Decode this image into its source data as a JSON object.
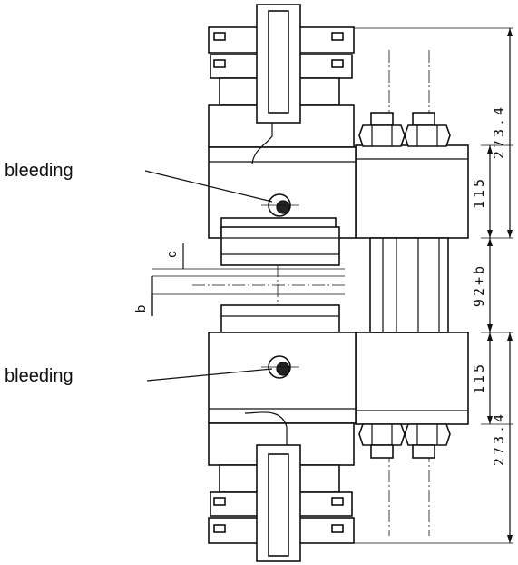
{
  "labels": {
    "bleeding_top": "bleeding",
    "bleeding_bottom": "bleeding",
    "c": "c",
    "b": "b"
  },
  "dimensions": {
    "top_overall": "273.4",
    "top_block": "115",
    "gap": "92+b",
    "bottom_block": "115",
    "bottom_overall": "273.4"
  }
}
